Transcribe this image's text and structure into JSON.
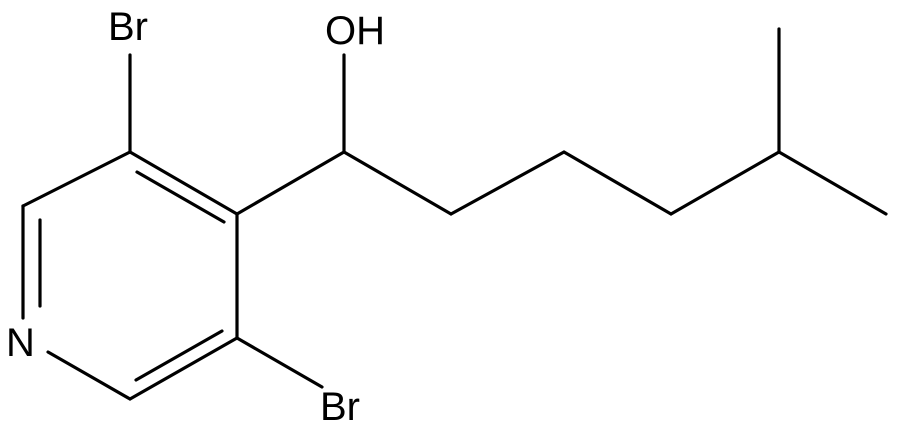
{
  "molecule": {
    "atom_labels": {
      "nitrogen": "N",
      "bromine_top": "Br",
      "bromine_bottom": "Br",
      "hydroxyl": "OH"
    }
  }
}
